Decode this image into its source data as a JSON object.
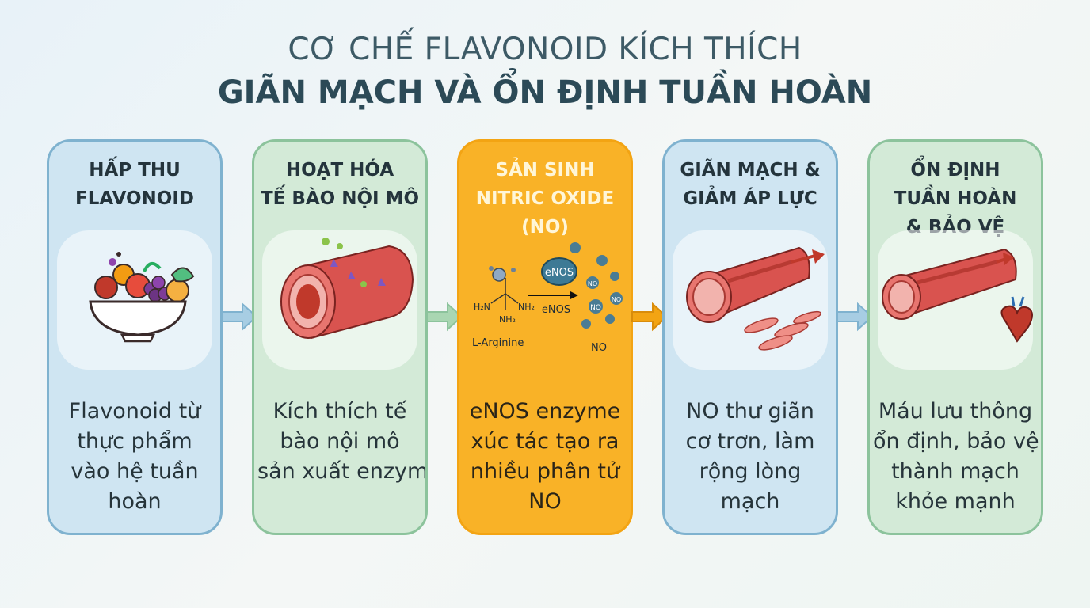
{
  "title": {
    "line1": "CƠ CHẾ FLAVONOID KÍCH THÍCH",
    "line2": "GIÃN MẠCH VÀ ỔN ĐỊNH TUẦN HOÀN"
  },
  "steps": [
    {
      "heading": [
        "HẤP THU",
        "FLAVONOID"
      ],
      "body": [
        "Flavonoid từ",
        "thực phẩm",
        "vào hệ tuần",
        "hoàn"
      ],
      "color": "#cfe5f2"
    },
    {
      "heading": [
        "HOẠT HÓA",
        "TẾ BÀO NỘI MÔ"
      ],
      "body": [
        "Kích thích tế",
        "bào nội mô",
        "sản xuất enzym"
      ],
      "color": "#d3ead7"
    },
    {
      "heading": [
        "SẢN SINH",
        "NITRIC OXIDE",
        "(NO)"
      ],
      "body": [
        "eNOS enzyme",
        "xúc tác tạo ra",
        "nhiều phân tử",
        "NO"
      ],
      "color": "#f9b227",
      "diagram": {
        "enzyme": "eNOS",
        "substrate": "L-Arginine",
        "product": "NO",
        "nh2_a": "H₂N",
        "nh2_b": "NH₂",
        "nh2_c": "NH₂",
        "molecule_label": "NO"
      }
    },
    {
      "heading": [
        "GIÃN MẠCH &",
        "GIẢM ÁP LỰC"
      ],
      "body": [
        "NO thư giãn",
        "cơ trơn, làm",
        "rộng lòng",
        "mạch"
      ],
      "color": "#cfe5f2"
    },
    {
      "heading": [
        "ỔN ĐỊNH",
        "TUẦN HOÀN",
        "& BẢO VỆ"
      ],
      "body": [
        "Máu lưu thông",
        "ổn định, bảo vệ",
        "thành mạch",
        "khỏe mạnh"
      ],
      "color": "#d3ead7"
    }
  ],
  "arrow_colors": [
    "#a7cde3",
    "#a9d6b2",
    "#f3a413",
    "#a7cde3"
  ]
}
